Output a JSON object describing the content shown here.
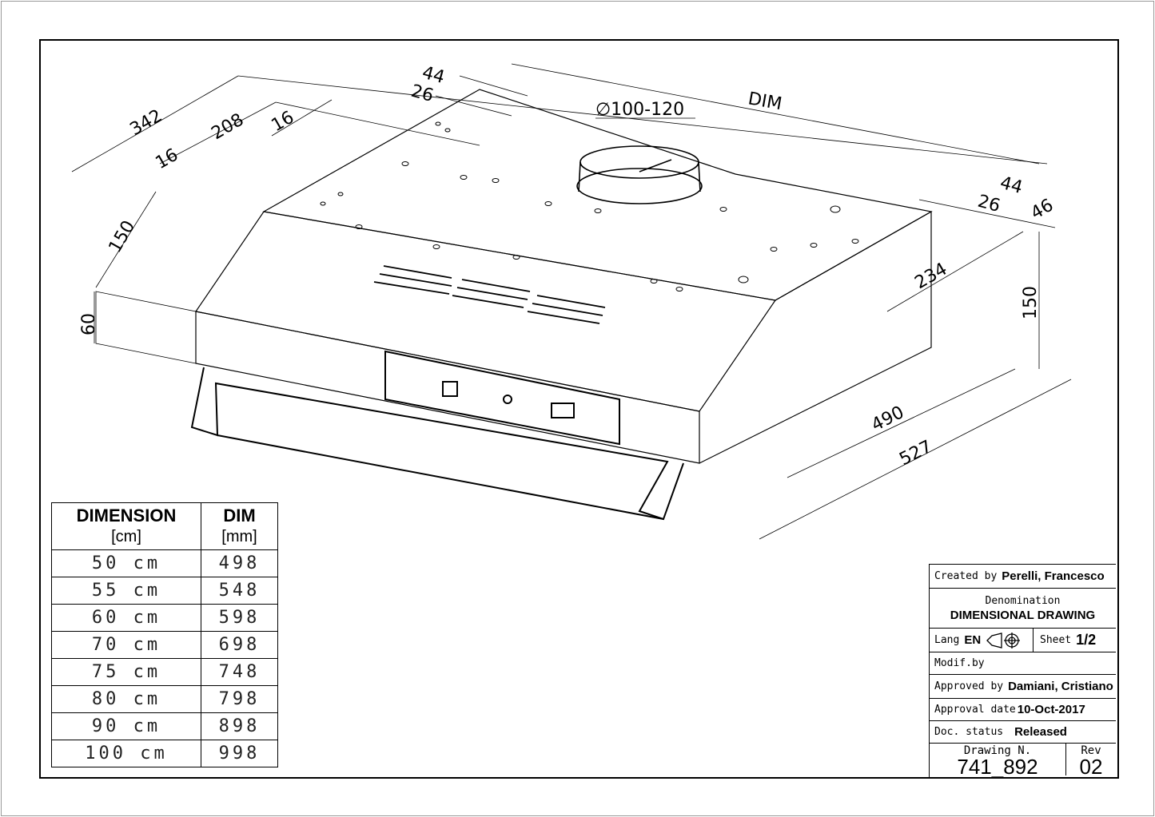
{
  "dimensions": {
    "d342": "342",
    "d208": "208",
    "d16a": "16",
    "d16b": "16",
    "d44a": "44",
    "d26a": "26",
    "duct": "∅100-120",
    "dim": "DIM",
    "d44b": "44",
    "d26b": "26",
    "d46": "46",
    "d150a": "150",
    "d60": "60",
    "d234": "234",
    "d150b": "150",
    "d490": "490",
    "d527": "527"
  },
  "table": {
    "headers": [
      {
        "title": "DIMENSION",
        "unit": "[cm]"
      },
      {
        "title": "DIM",
        "unit": "[mm]"
      }
    ],
    "rows": [
      [
        "50 cm",
        "498"
      ],
      [
        "55 cm",
        "548"
      ],
      [
        "60 cm",
        "598"
      ],
      [
        "70 cm",
        "698"
      ],
      [
        "75 cm",
        "748"
      ],
      [
        "80 cm",
        "798"
      ],
      [
        "90 cm",
        "898"
      ],
      [
        "100 cm",
        "998"
      ]
    ]
  },
  "title_block": {
    "created_label": "Created by",
    "created_value": "Perelli, Francesco",
    "denomination_label": "Denomination",
    "denomination_value": "DIMENSIONAL DRAWING",
    "lang_label": "Lang",
    "lang_value": "EN",
    "sheet_label": "Sheet",
    "sheet_value": "1/2",
    "modif_label": "Modif.by",
    "approved_label": "Approved by",
    "approved_value": "Damiani, Cristiano",
    "date_label": "Approval date",
    "date_value": "10-Oct-2017",
    "status_label": "Doc. status",
    "status_value": "Released",
    "drawing_label": "Drawing N.",
    "drawing_value": "741_892",
    "rev_label": "Rev",
    "rev_value": "02"
  }
}
